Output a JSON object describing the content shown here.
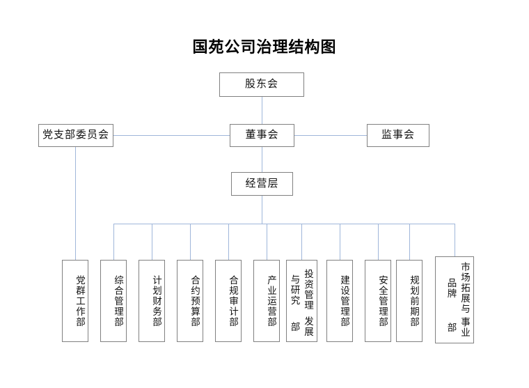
{
  "document": {
    "title": "国苑公司治理结构图"
  },
  "colors": {
    "box_border": "#808080",
    "connector": "#9fb6da",
    "background": "#ffffff",
    "text": "#111111"
  },
  "governance": {
    "level1": [
      {
        "id": "shareholders",
        "label": "股东会"
      }
    ],
    "level2": [
      {
        "id": "party-branch-committee",
        "label": "党支部委员会"
      },
      {
        "id": "board-of-directors",
        "label": "董事会"
      },
      {
        "id": "board-of-supervisors",
        "label": "监事会"
      }
    ],
    "level3": [
      {
        "id": "management",
        "label": "经营层"
      }
    ]
  },
  "departments": [
    {
      "id": "party-mass-work",
      "label": "党群工作部",
      "columns": [
        "党群工作部"
      ]
    },
    {
      "id": "general-management",
      "label": "综合管理部",
      "columns": [
        "综合管理部"
      ]
    },
    {
      "id": "planning-finance",
      "label": "计划财务部",
      "columns": [
        "计划财务部"
      ]
    },
    {
      "id": "contract-budget",
      "label": "合约预算部",
      "columns": [
        "合约预算部"
      ]
    },
    {
      "id": "compliance-audit",
      "label": "合规审计部",
      "columns": [
        "合规审计部"
      ]
    },
    {
      "id": "industry-operation",
      "label": "产业运营部",
      "columns": [
        "产业运营部"
      ]
    },
    {
      "id": "investment-research-development",
      "label": "投资管理与研究发展部",
      "columns": [
        "投资管理与研究",
        "发展部"
      ]
    },
    {
      "id": "construction-management",
      "label": "建设管理部",
      "columns": [
        "建设管理部"
      ]
    },
    {
      "id": "safety-management",
      "label": "安全管理部",
      "columns": [
        "安全管理部"
      ]
    },
    {
      "id": "planning-preliminary",
      "label": "规划前期部",
      "columns": [
        "规划前期部"
      ]
    },
    {
      "id": "market-brand-division",
      "label": "市场拓展与品牌事业部",
      "columns": [
        "市场拓展与品牌",
        "事业部"
      ]
    }
  ]
}
